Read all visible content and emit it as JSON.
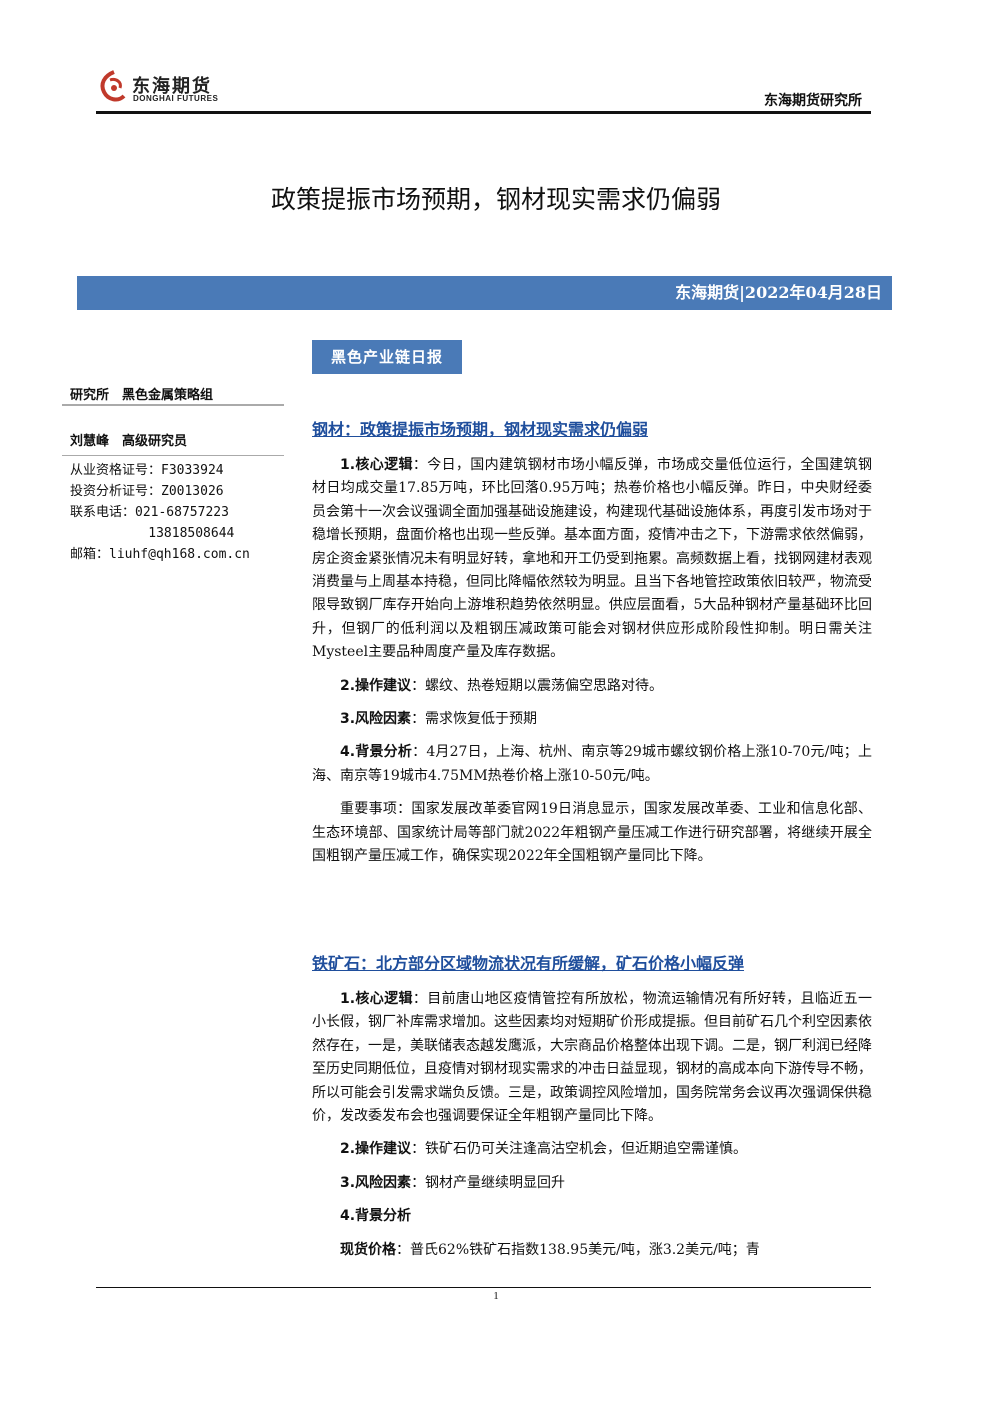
{
  "header": {
    "logo_cn": "东海期货",
    "logo_en": "DONGHAI FUTURES",
    "institute": "东海期货研究所"
  },
  "title": "政策提振市场预期，钢材现实需求仍偏弱",
  "date_bar": "东海期货|2022年04月28日",
  "report_tag": "黑色产业链日报",
  "sidebar": {
    "dept": "研究所　黑色金属策略组",
    "analyst": "刘慧峰　高级研究员",
    "contacts": [
      "从业资格证号：F3033924",
      "投资分析证号：Z0013026",
      "联系电话：021-68757223",
      "          13818508644",
      "邮箱：liuhf@qh168.com.cn"
    ]
  },
  "sections": [
    {
      "title": "钢材：政策提振市场预期，钢材现实需求仍偏弱",
      "paragraphs": [
        {
          "label": "1.核心逻辑",
          "text": "：今日，国内建筑钢材市场小幅反弹，市场成交量低位运行，全国建筑钢材日均成交量17.85万吨，环比回落0.95万吨；热卷价格也小幅反弹。昨日，中央财经委员会第十一次会议强调全面加强基础设施建设，构建现代基础设施体系，再度引发市场对于稳增长预期，盘面价格也出现一些反弹。基本面方面，疫情冲击之下，下游需求依然偏弱，房企资金紧张情况未有明显好转，拿地和开工仍受到拖累。高频数据上看，找钢网建材表观消费量与上周基本持稳，但同比降幅依然较为明显。且当下各地管控政策依旧较严，物流受限导致钢厂库存开始向上游堆积趋势依然明显。供应层面看，5大品种钢材产量基础环比回升，但钢厂的低利润以及粗钢压减政策可能会对钢材供应形成阶段性抑制。明日需关注Mysteel主要品种周度产量及库存数据。"
        },
        {
          "label": "2.操作建议",
          "text": "：螺纹、热卷短期以震荡偏空思路对待。"
        },
        {
          "label": "3.风险因素",
          "text": "：需求恢复低于预期"
        },
        {
          "label": "4.背景分析",
          "text": "：4月27日，上海、杭州、南京等29城市螺纹钢价格上涨10-70元/吨；上海、南京等19城市4.75MM热卷价格上涨10-50元/吨。"
        },
        {
          "label": "",
          "text": "重要事项：国家发展改革委官网19日消息显示，国家发展改革委、工业和信息化部、生态环境部、国家统计局等部门就2022年粗钢产量压减工作进行研究部署，将继续开展全国粗钢产量压减工作，确保实现2022年全国粗钢产量同比下降。"
        }
      ]
    },
    {
      "title": "铁矿石：北方部分区域物流状况有所缓解，矿石价格小幅反弹",
      "paragraphs": [
        {
          "label": "1.核心逻辑",
          "text": "：目前唐山地区疫情管控有所放松，物流运输情况有所好转，且临近五一小长假，钢厂补库需求增加。这些因素均对短期矿价形成提振。但目前矿石几个利空因素依然存在，一是，美联储表态越发鹰派，大宗商品价格整体出现下调。二是，钢厂利润已经降至历史同期低位，且疫情对钢材现实需求的冲击日益显现，钢材的高成本向下游传导不畅，所以可能会引发需求端负反馈。三是，政策调控风险增加，国务院常务会议再次强调保供稳价，发改委发布会也强调要保证全年粗钢产量同比下降。"
        },
        {
          "label": "2.操作建议",
          "text": "：铁矿石仍可关注逢高沽空机会，但近期追空需谨慎。"
        },
        {
          "label": "3.风险因素",
          "text": "：钢材产量继续明显回升"
        },
        {
          "label": "4.背景分析",
          "text": ""
        },
        {
          "label": "现货价格",
          "text": "：普氏62%铁矿石指数138.95美元/吨，涨3.2美元/吨；青"
        }
      ]
    }
  ],
  "page_number": "1",
  "colors": {
    "accent_bar": "#4a7ab7",
    "section_title": "#1f4e9c",
    "logo_red": "#c0392b"
  }
}
